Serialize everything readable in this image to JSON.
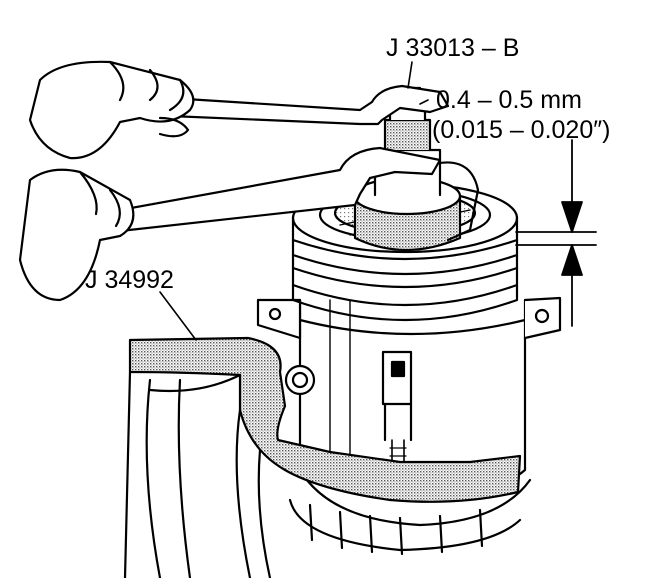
{
  "labels": {
    "tool_b": "J 33013 – B",
    "gap_metric": "0.4 – 0.5 mm",
    "gap_imperial": "(0.015 – 0.020″)",
    "tool_a": "J 34992"
  },
  "colors": {
    "ink": "#000000",
    "paper": "#ffffff",
    "tool_fill": "#b8b8b8",
    "metal_fill": "#d8d8d8"
  }
}
